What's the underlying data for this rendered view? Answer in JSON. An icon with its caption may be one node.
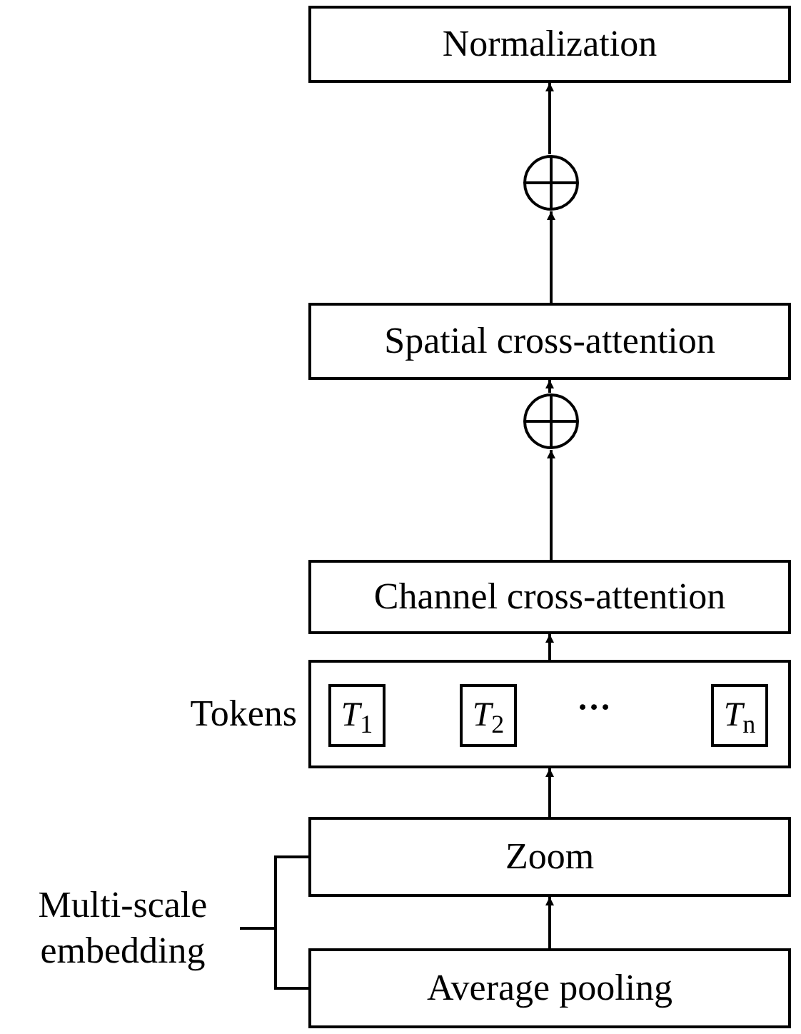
{
  "diagram": {
    "nodes": [
      {
        "text": [
          "Normalization"
        ]
      },
      {
        "text": [],
        "shape": "circle"
      },
      {
        "text": [
          "Spatial cross-attention"
        ]
      },
      {
        "text": [],
        "shape": "circle"
      },
      {
        "text": [
          "Channel cross-attention"
        ]
      },
      {
        "text": [],
        "shape": "box",
        "beside": [
          "Tokens"
        ]
      },
      {
        "text": [
          "*T*$_{1}$"
        ],
        "in": 5
      },
      {
        "text": [
          "*T*$_{2}$"
        ],
        "in": 5
      },
      {
        "text": [
          "*T*$_{n}$"
        ],
        "in": 5
      },
      {
        "text": [
          "Zoom"
        ]
      },
      {
        "text": [
          "Average pooling"
        ]
      },
      {
        "text": [
          "Multi-scale embedding"
        ]
      }
    ],
    "edges": [
      {
        "from": 10,
        "to": 9,
        "arrow": "to"
      },
      {
        "from": 9,
        "to": 5,
        "arrow": "to"
      },
      {
        "from": 5,
        "to": 4,
        "arrow": "to"
      },
      {
        "from": 4,
        "to": 3,
        "arrow": "to"
      },
      {
        "from": 3,
        "to": 2,
        "arrow": "to"
      },
      {
        "from": 2,
        "to": 1,
        "arrow": "to"
      },
      {
        "from": 1,
        "to": 0,
        "arrow": "to"
      },
      {
        "from": 11,
        "to": 9,
        "arrow": "none"
      },
      {
        "from": 11,
        "to": 10,
        "arrow": "none"
      }
    ],
    "labels": [
      "···"
    ]
  }
}
